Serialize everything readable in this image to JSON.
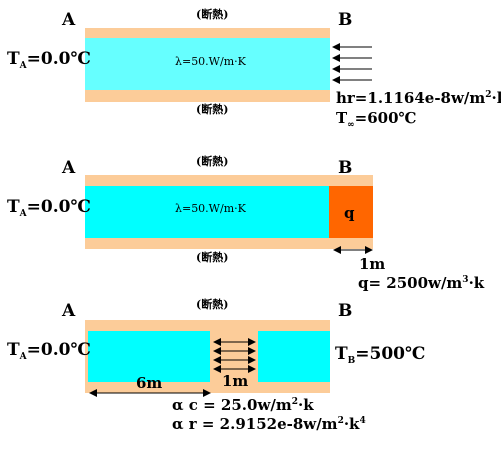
{
  "panel1": {
    "label_a": "A",
    "label_b": "B",
    "top_caption": "(断熱)",
    "bottom_caption": "(断熱)",
    "lambda_text": "λ=50.W/m·K",
    "ta_main": "T",
    "ta_sub": "A",
    "ta_value": "=0.0℃",
    "hr_text": "hr=1.1164e-8w/m",
    "hr_sup": "2",
    "hr_unit": "·k",
    "tinf_main": "T",
    "tinf_sub": "∞",
    "tinf_value": "=600℃"
  },
  "panel2": {
    "label_a": "A",
    "label_b": "B",
    "top_caption": "(断熱)",
    "bottom_caption": "(断熱)",
    "lambda_text": "λ=50.W/m·K",
    "q_label": "q",
    "ta_main": "T",
    "ta_sub": "A",
    "ta_value": "=0.0℃",
    "length_label": "1m",
    "q_value": "q= 2500w/m",
    "q_sup": "3",
    "q_unit": "·k"
  },
  "panel3": {
    "label_a": "A",
    "label_b": "B",
    "top_caption": "(断熱)",
    "ta_main": "T",
    "ta_sub": "A",
    "ta_value": "=0.0℃",
    "tb_main": "T",
    "tb_sub": "B",
    "tb_value": "=500℃",
    "length_6m": "6m",
    "length_1m": "1m",
    "alpha_c": "α c = 25.0w/m",
    "alpha_c_sup": "2",
    "alpha_c_unit": "·k",
    "alpha_r": "α r = 2.9152e-8w/m",
    "alpha_r_sup": "2",
    "alpha_r_unit": "·k",
    "alpha_r_sup2": "4"
  },
  "colors": {
    "insulation": "#fccc99",
    "conductor_light": "#66ffff",
    "conductor": "#00ffff",
    "heat_source": "#ff6600"
  }
}
